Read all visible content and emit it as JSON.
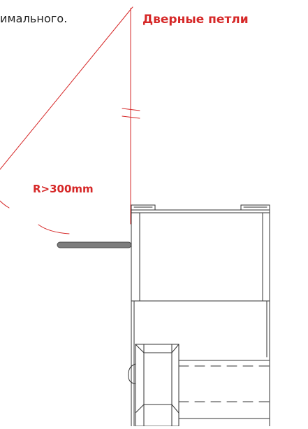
{
  "header": {
    "fragment_text": "имального.",
    "section_title": "Дверные петли"
  },
  "diagram": {
    "radius_label": "R>300mm"
  },
  "colors": {
    "accent": "#d62828",
    "line": "#222222",
    "text": "#222222"
  }
}
